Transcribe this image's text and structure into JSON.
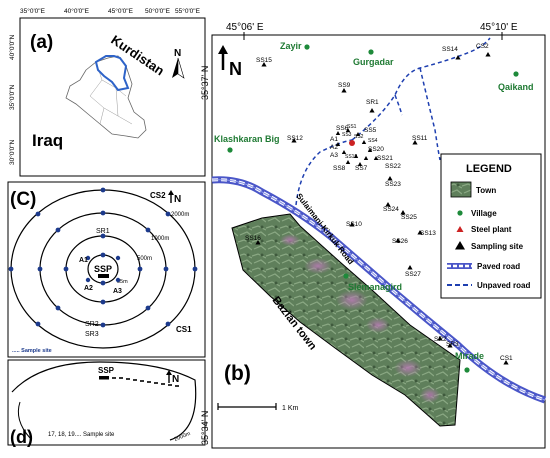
{
  "panel_a": {
    "label": "(a)",
    "country": "Iraq",
    "region": "Kurdistan",
    "north": "N",
    "lon_ticks": [
      "35°0'0\"E",
      "40°0'0\"E",
      "45°0'0\"E",
      "50°0'0\"E",
      "55°0'0\"E"
    ],
    "lat_ticks": [
      "40°0'0\"N",
      "35°0'0\"N",
      "30°0'0\"N"
    ]
  },
  "panel_b": {
    "label": "(b)",
    "top_lon": [
      "45°06' E",
      "45°10' E"
    ],
    "left_lat": [
      "35°37' N",
      "35°34' N"
    ],
    "north": "N",
    "scale": "1 Km",
    "road_label": "Sulaimani-Kirkuk Road",
    "town_label": "Bazian town",
    "villages": [
      "Zayir",
      "Gurgadar",
      "Qaikand",
      "Klashkaran Big",
      "Slemanagird",
      "Mirade"
    ],
    "sites": [
      "SS15",
      "SS9",
      "SR1",
      "SS12",
      "SS11",
      "SS14",
      "CS2",
      "SS6",
      "SS5",
      "A1",
      "A2",
      "A3",
      "SS3",
      "SS2",
      "SS1",
      "SS4",
      "SS20",
      "SS21",
      "SS22",
      "SS19",
      "SS8",
      "SS7",
      "SS23",
      "SS24",
      "SS10",
      "SS25",
      "SS16",
      "SS26",
      "SS13",
      "SS27",
      "SR2",
      "SR3",
      "CS1"
    ],
    "legend": {
      "title": "LEGEND",
      "items": [
        "Town",
        "Village",
        "Steel plant",
        "Sampling site",
        "Paved road",
        "Unpaved road"
      ]
    }
  },
  "panel_c": {
    "label": "(C)",
    "north": "N",
    "center": "SSP",
    "rings": [
      "55m",
      "500m",
      "1000m",
      "2000m"
    ],
    "points": [
      "CS2",
      "SR1",
      "A1",
      "A2",
      "A3",
      "SR2",
      "SR3",
      "CS1"
    ],
    "note": "..... Sample site"
  },
  "panel_d": {
    "label": "(d)",
    "north": "N",
    "center": "SSP",
    "ring": "2000m",
    "note": "17, 18, 19.... Sample site"
  },
  "colors": {
    "village": "#1e8a3a",
    "village_text": "#1f7a33",
    "town_fill": "#5d7e5a",
    "steel_plant": "#cc2222",
    "paved_road": "#4a56c8",
    "unpaved_road": "#1e3fb0",
    "sample_dot": "#1c3a8c",
    "kurdistan": "#2e63c8"
  }
}
